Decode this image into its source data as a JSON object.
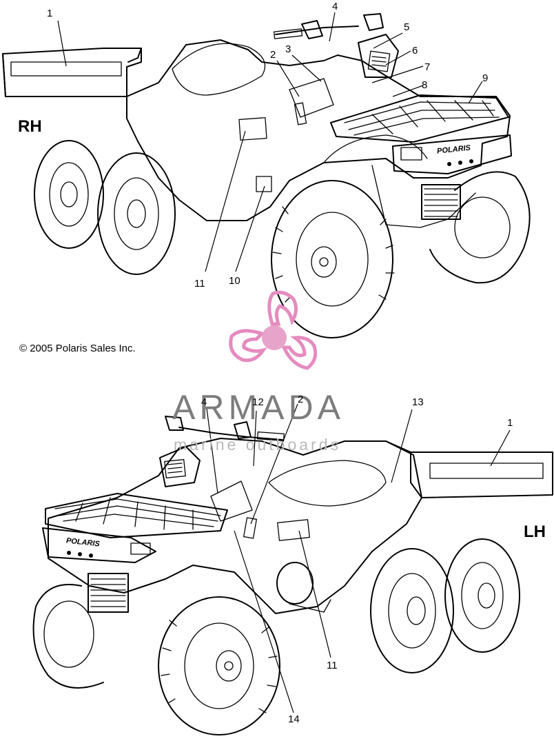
{
  "diagram": {
    "views": [
      {
        "side_label": "RH"
      },
      {
        "side_label": "LH"
      }
    ],
    "callouts_rh": [
      "1",
      "2",
      "3",
      "4",
      "5",
      "6",
      "7",
      "8",
      "9",
      "10",
      "11"
    ],
    "callouts_lh": [
      "1",
      "2",
      "4",
      "11",
      "12",
      "13",
      "14"
    ],
    "copyright": "© 2005 Polaris Sales Inc.",
    "decal_text": "POLARIS"
  },
  "watermark": {
    "word": "ARMADA",
    "tagline": "marine outboards",
    "accent_color": "#e58bbf",
    "hub_color": "#e7a3c9",
    "text_color": "#7c7c7c"
  }
}
